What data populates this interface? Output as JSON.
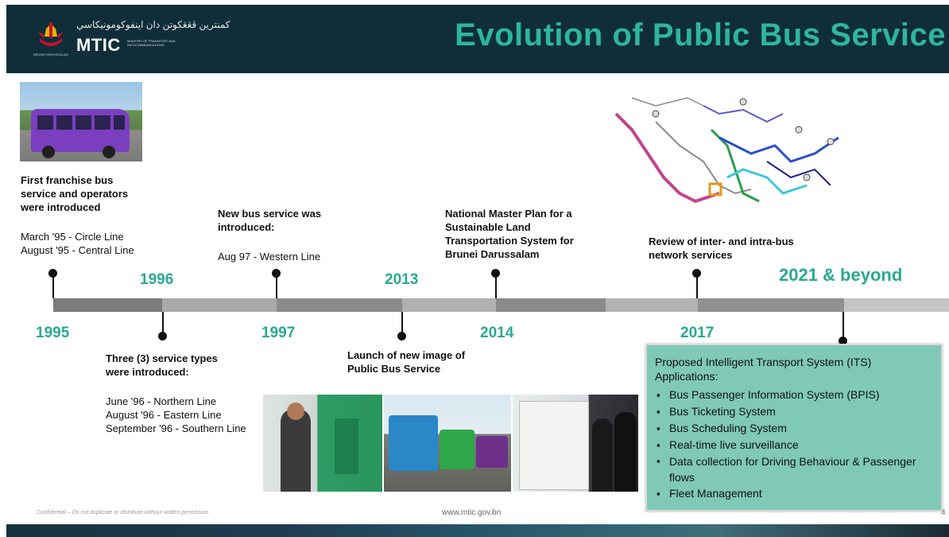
{
  "header": {
    "title": "Evolution of Public Bus Service",
    "logo_jawi": "کمنترين ڤڠڠکوتن دان اينفوکومونيکاسي",
    "logo_name": "MTIC",
    "logo_ministry": "Ministry of Transport and Infocommunications",
    "logo_country": "Brunei Darussalam"
  },
  "timeline": {
    "years": [
      "1995",
      "1996",
      "1997",
      "2013",
      "2014",
      "2017",
      "2021 & beyond"
    ],
    "events": [
      {
        "title": "First franchise bus service and operators were introduced",
        "details": [
          "March '95 - Circle Line",
          "August '95 - Central Line"
        ]
      },
      {
        "title": "Three (3) service types were introduced:",
        "details": [
          "June '96 - Northern Line",
          "August '96 - Eastern Line",
          "September '96 - Southern Line"
        ]
      },
      {
        "title": "New bus service was introduced:",
        "details": [
          "Aug 97 - Western Line"
        ]
      },
      {
        "title": "Launch of new image of Public Bus Service",
        "details": []
      },
      {
        "title": "National Master Plan for a Sustainable Land Transportation System for Brunei Darussalam",
        "details": []
      },
      {
        "title": "Review of inter- and intra-bus network services",
        "details": []
      }
    ]
  },
  "its_box": {
    "title": "Proposed Intelligent Transport System (ITS) Applications:",
    "items": [
      "Bus Passenger Information System (BPIS)",
      "Bus Ticketing System",
      "Bus Scheduling System",
      "Real-time live surveillance",
      "Data collection for Driving Behaviour & Passenger flows",
      "Fleet Management"
    ]
  },
  "footer": {
    "confidential": "Confidential – Do not duplicate or distribute without written permission",
    "url": "www.mtic.gov.bn",
    "page": "4"
  },
  "colors": {
    "header_bg": "#0f2e3a",
    "title": "#2fb69a",
    "year": "#2aa993",
    "its_bg": "#7fc9b6"
  }
}
